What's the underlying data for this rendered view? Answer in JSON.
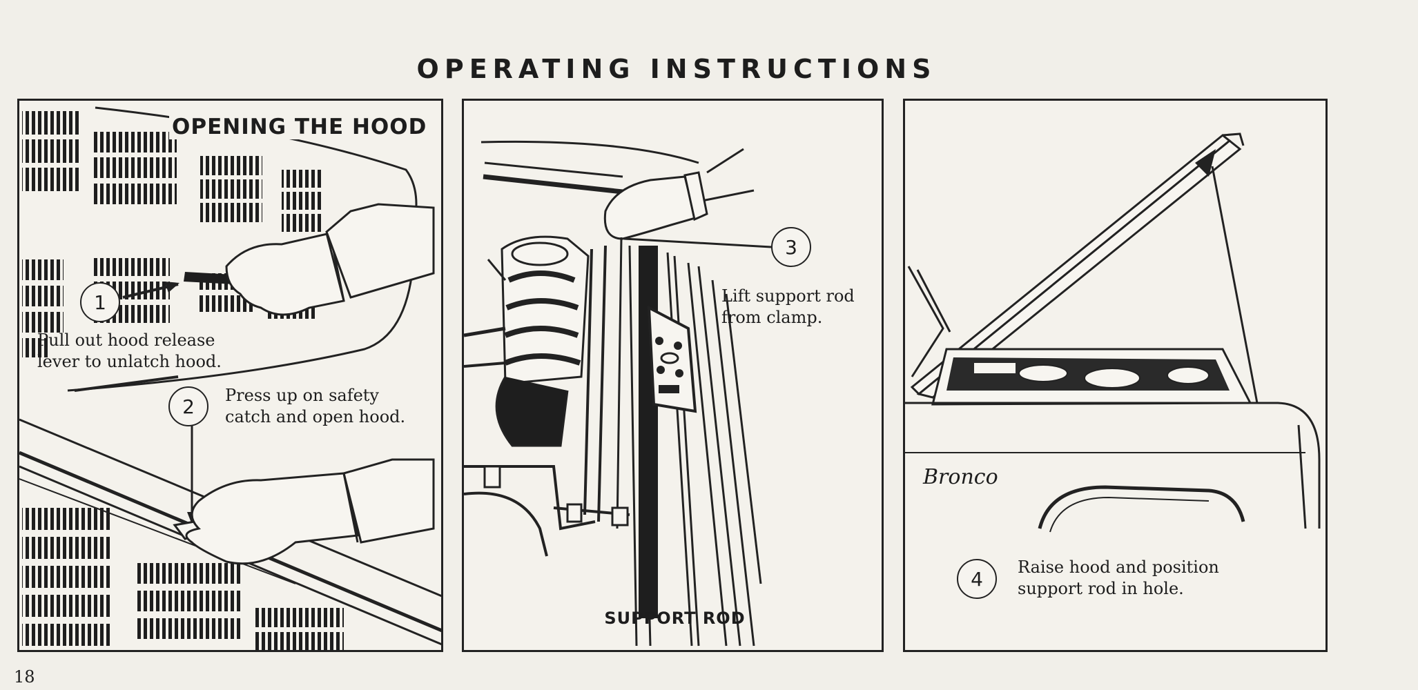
{
  "page": {
    "title": "OPERATING INSTRUCTIONS",
    "page_number": "18"
  },
  "panels": [
    {
      "title": "OPENING THE HOOD",
      "steps": [
        {
          "number": "1",
          "text": "Pull out hood release\nlever to unlatch hood."
        },
        {
          "number": "2",
          "text": "Press up on safety\ncatch and open hood."
        }
      ]
    },
    {
      "steps": [
        {
          "number": "3",
          "text": "Lift support rod\nfrom clamp."
        }
      ],
      "label": "SUPPORT ROD"
    },
    {
      "badge": "Bronco",
      "steps": [
        {
          "number": "4",
          "text": "Raise hood and position\nsupport rod in hole."
        }
      ]
    }
  ]
}
